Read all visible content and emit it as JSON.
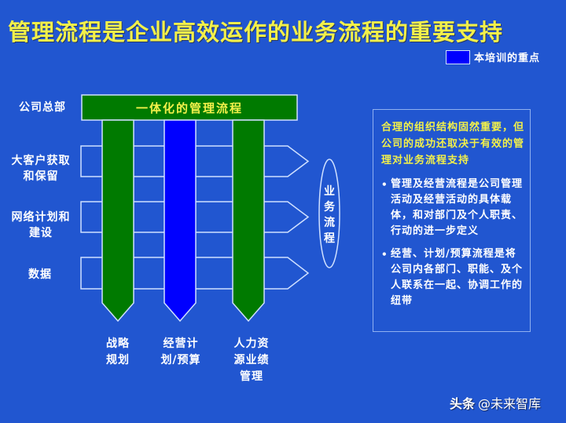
{
  "slide": {
    "title": "管理流程是企业高效运作的业务流程的重要支持",
    "legend": {
      "label": "本培训的重点",
      "swatch_color": "#0000ff"
    },
    "row_labels": [
      {
        "id": "hq",
        "label": "公司总部"
      },
      {
        "id": "key-accounts",
        "label": "大客户获取和保留"
      },
      {
        "id": "network",
        "label": "网络计划和建设"
      },
      {
        "id": "data",
        "label": "数据"
      }
    ],
    "top_bar": {
      "label": "一体化的管理流程",
      "color": "#007a00"
    },
    "pillars": [
      {
        "id": "strategy",
        "label_lines": [
          "战略",
          "规划"
        ],
        "color": "#007a00",
        "highlight": false
      },
      {
        "id": "budget",
        "label_lines": [
          "经营计",
          "划/预算"
        ],
        "color": "#0000ff",
        "highlight": true
      },
      {
        "id": "hr",
        "label_lines": [
          "人力资",
          "源业绩",
          "管理"
        ],
        "color": "#007a00",
        "highlight": false
      }
    ],
    "business_process": {
      "label_chars": [
        "业",
        "务",
        "流",
        "程"
      ]
    },
    "panel": {
      "heading": "合理的组织结构固然重要，但公司的成功还取决于有效的管理对业务流程支持",
      "bullets": [
        "管理及经营流程是公司管理活动及经营活动的具体载体，和对部门及个人职责、行动的进一步定义",
        "经营、计划/预算流程是将公司内各部门、职能、及个人联系在一起、协调工作的纽带"
      ],
      "bullet_symbol": "•"
    },
    "watermark": {
      "brand": "头条",
      "handle": "@未来智库"
    },
    "colors": {
      "background": "#2156d0",
      "title_yellow": "#f2f04a",
      "green": "#007a00",
      "blue_highlight": "#0000ff",
      "outline": "#cfe0ff"
    }
  }
}
